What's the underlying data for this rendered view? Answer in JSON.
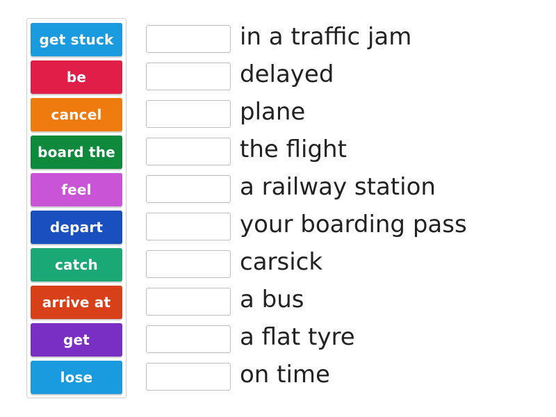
{
  "tiles": [
    {
      "label": "get stuck",
      "color": "#1a9be0"
    },
    {
      "label": "be",
      "color": "#e01e48"
    },
    {
      "label": "cancel",
      "color": "#ef7a0d"
    },
    {
      "label": "board the",
      "color": "#0f8a3c"
    },
    {
      "label": "feel",
      "color": "#c955d6"
    },
    {
      "label": "depart",
      "color": "#1a4fbf"
    },
    {
      "label": "catch",
      "color": "#1aa876"
    },
    {
      "label": "arrive at",
      "color": "#d8401a"
    },
    {
      "label": "get",
      "color": "#7a2fc4"
    },
    {
      "label": "lose",
      "color": "#1a9be0"
    }
  ],
  "phrases": [
    "in a traffic jam",
    "delayed",
    "plane",
    "the flight",
    "a railway station",
    "your boarding pass",
    "carsick",
    "a bus",
    "a flat tyre",
    "on time"
  ]
}
